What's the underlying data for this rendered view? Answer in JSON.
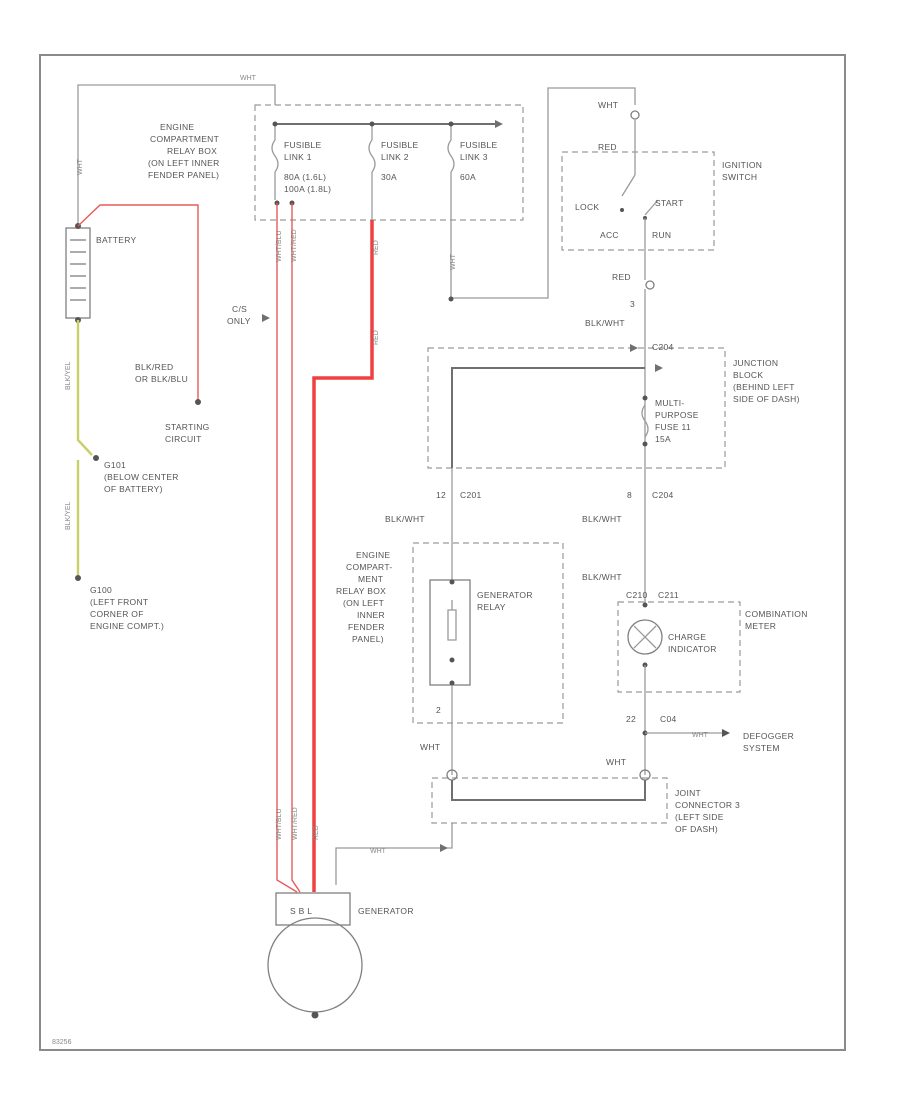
{
  "labels": {
    "battery": "BATTERY",
    "starting_circuit_wire": "BLK/RED\nOR BLK/BLU",
    "starting_circuit": "STARTING\nCIRCUIT",
    "g101": "G101\n(BELOW CENTER\nOF BATTERY)",
    "g100": "G100\n(LEFT FRONT\nCORNER OF\nENGINE COMPT.)",
    "relay_box_top": "ENGINE\nCOMPARTMENT\nRELAY BOX\n(ON LEFT INNER\nFENDER PANEL)",
    "fusible_link_1": "FUSIBLE\nLINK 1",
    "fusible_link_1_rating": "80A   (1.6L)\n100A  (1.8L)",
    "fusible_link_2": "FUSIBLE\nLINK 2",
    "fusible_link_2_rating": "30A",
    "fusible_link_3": "FUSIBLE\nLINK 3",
    "fusible_link_3_rating": "60A",
    "ignition_switch": "IGNITION\nSWITCH",
    "lock": "LOCK",
    "acc": "ACC",
    "start": "START",
    "run": "RUN",
    "junction_block": "JUNCTION\nBLOCK\n(BEHIND LEFT\nSIDE OF DASH)",
    "multi_purpose_fuse": "MULTI-\nPURPOSE\nFUSE 11\n15A",
    "relay_box_mid": "ENGINE\nCOMPART-\nMENT\nRELAY BOX\n(ON LEFT\nINNER\nFENDER\nPANEL)",
    "generator_relay": "GENERATOR\nRELAY",
    "combination_meter": "COMBINATION\nMETER",
    "charge_indicator": "CHARGE\nINDICATOR",
    "defogger_system": "DEFOGGER\nSYSTEM",
    "joint_connector": "JOINT\nCONNECTOR 3\n(LEFT SIDE\nOF DASH)",
    "generator": "GENERATOR",
    "generator_terminals": "S  B  L",
    "cs_only": "C/S\nONLY",
    "footer_code": "83256"
  },
  "wire_labels": {
    "wht_top": "WHT",
    "wht_battery": "WHT",
    "blk_yel_1": "BLK/YEL",
    "blk_yel_2": "BLK/YEL",
    "wht_fl1": "WHT/BLU",
    "wht_fl1b": "WHT/RED",
    "red_fl2": "RED",
    "red_mid": "RED",
    "wht_fl3": "WHT",
    "wht_ign": "WHT",
    "red_ign": "RED",
    "red_ign_pin": "RED",
    "blk_wht_1": "BLK/WHT",
    "blk_wht_2": "BLK/WHT",
    "blk_wht_3": "BLK/WHT",
    "blk_wht_4": "BLK/WHT",
    "c201": "C201",
    "c204": "C204",
    "c210": "C210",
    "c211": "C211",
    "c204b": "C204",
    "wht_relay": "WHT",
    "wht_def": "WHT",
    "wht_joint": "WHT",
    "wht_gen": "WHT",
    "gen_w1": "WHT/BLU",
    "gen_w2": "WHT/RED",
    "gen_w3": "RED",
    "pin_12": "12",
    "pin_8": "8",
    "pin_2": "2",
    "pin_3": "3",
    "pin_22": "22"
  }
}
